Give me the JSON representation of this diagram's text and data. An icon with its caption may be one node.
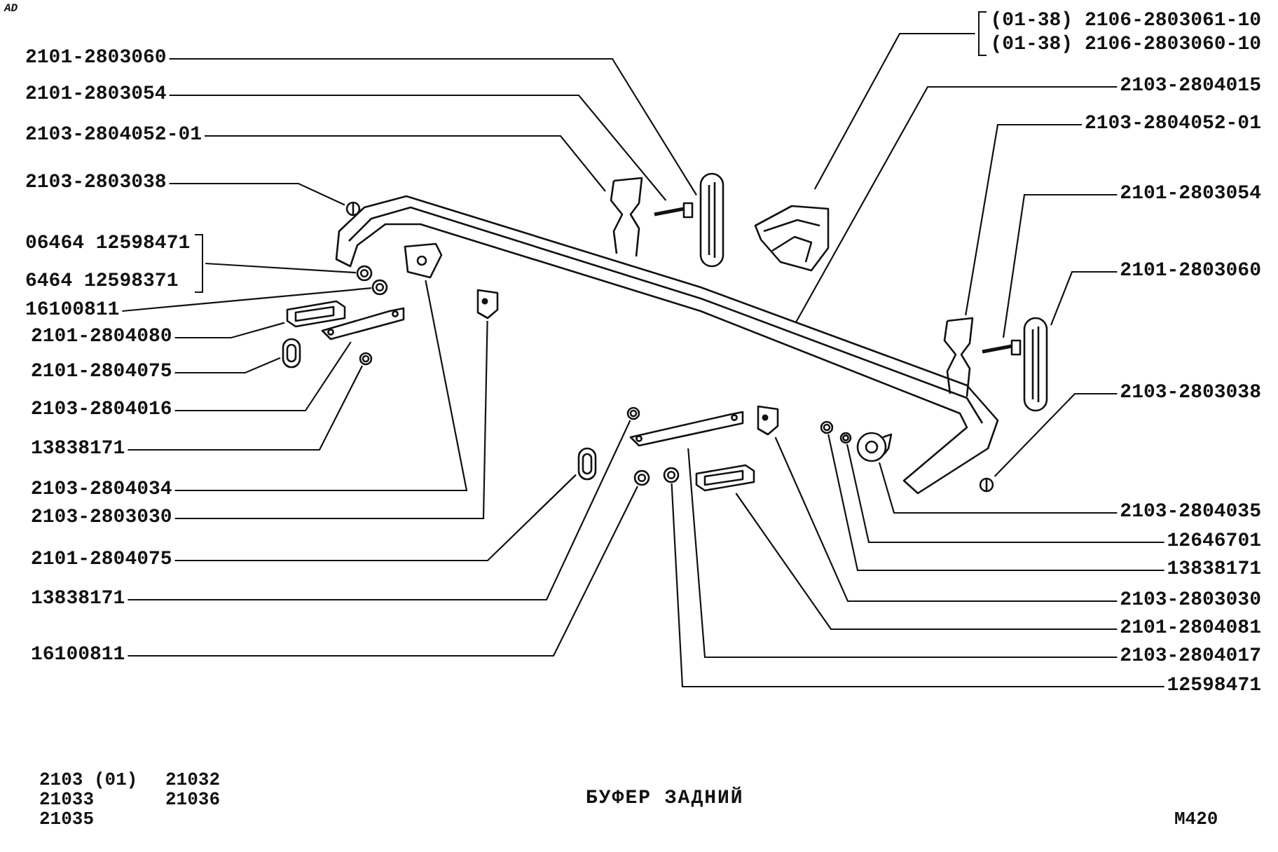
{
  "diagram": {
    "title": "БУФЕР ЗАДНИЙ",
    "nodes": [
      {
        "text": [
          "2101-2803060"
        ]
      },
      {
        "text": [
          "2101-2803054"
        ]
      },
      {
        "text": [
          "2103-2804052-01"
        ]
      },
      {
        "text": [
          "2103-2803038"
        ]
      },
      {
        "text": [
          "06464 12598471",
          "6464 12598371"
        ]
      },
      {
        "text": [
          "16100811"
        ]
      },
      {
        "text": [
          "2101-2804080"
        ]
      },
      {
        "text": [
          "2101-2804075"
        ]
      },
      {
        "text": [
          "2103-2804016"
        ]
      },
      {
        "text": [
          "13838171"
        ]
      },
      {
        "text": [
          "2103-2804034"
        ]
      },
      {
        "text": [
          "2103-2803030"
        ]
      },
      {
        "text": [
          "2101-2804075"
        ]
      },
      {
        "text": [
          "13838171"
        ]
      },
      {
        "text": [
          "16100811"
        ]
      },
      {
        "text": [
          "(01-38) 2106-2803061-10",
          "(01-38) 2106-2803060-10"
        ]
      },
      {
        "text": [
          "2103-2804015"
        ]
      },
      {
        "text": [
          "2103-2804052-01"
        ]
      },
      {
        "text": [
          "2101-2803054"
        ]
      },
      {
        "text": [
          "2101-2803060"
        ]
      },
      {
        "text": [
          "2103-2803038"
        ]
      },
      {
        "text": [
          "2103-2804035"
        ]
      },
      {
        "text": [
          "12646701"
        ]
      },
      {
        "text": [
          "13838171"
        ]
      },
      {
        "text": [
          "2103-2803030"
        ]
      },
      {
        "text": [
          "2101-2804081"
        ]
      },
      {
        "text": [
          "2103-2804017"
        ]
      },
      {
        "text": [
          "12598471"
        ]
      },
      {
        "text": [],
        "shape": "picture"
      },
      {
        "text": [],
        "shape": "picture"
      },
      {
        "text": [],
        "shape": "picture"
      },
      {
        "text": [],
        "shape": "picture"
      },
      {
        "text": [],
        "shape": "picture"
      },
      {
        "text": [],
        "shape": "picture"
      },
      {
        "text": [],
        "shape": "picture"
      },
      {
        "text": [],
        "shape": "picture"
      },
      {
        "text": [],
        "shape": "picture"
      },
      {
        "text": [],
        "shape": "picture"
      },
      {
        "text": [],
        "shape": "picture"
      },
      {
        "text": [],
        "shape": "picture"
      },
      {
        "text": [],
        "shape": "picture"
      },
      {
        "text": [],
        "shape": "picture"
      },
      {
        "text": [],
        "shape": "picture"
      },
      {
        "text": [],
        "shape": "picture"
      },
      {
        "text": [],
        "shape": "picture"
      },
      {
        "text": [],
        "shape": "picture"
      },
      {
        "text": [],
        "shape": "picture"
      },
      {
        "text": [],
        "shape": "picture"
      },
      {
        "text": [],
        "shape": "picture"
      },
      {
        "text": [],
        "shape": "picture"
      },
      {
        "text": [],
        "shape": "picture"
      },
      {
        "text": [],
        "shape": "picture"
      },
      {
        "text": [],
        "shape": "picture"
      },
      {
        "text": [],
        "shape": "picture"
      },
      {
        "text": [],
        "shape": "picture"
      },
      {
        "text": [],
        "shape": "picture"
      }
    ],
    "edges": [
      {
        "from": 0,
        "to": 28,
        "arrow": "none"
      },
      {
        "from": 1,
        "to": 29,
        "arrow": "none"
      },
      {
        "from": 2,
        "to": 30,
        "arrow": "none"
      },
      {
        "from": 3,
        "to": 31,
        "arrow": "none"
      },
      {
        "from": 4,
        "to": 32,
        "arrow": "none"
      },
      {
        "from": 5,
        "to": 33,
        "arrow": "none"
      },
      {
        "from": 6,
        "to": 34,
        "arrow": "none"
      },
      {
        "from": 7,
        "to": 35,
        "arrow": "none"
      },
      {
        "from": 8,
        "to": 36,
        "arrow": "none"
      },
      {
        "from": 9,
        "to": 37,
        "arrow": "none"
      },
      {
        "from": 10,
        "to": 38,
        "arrow": "none"
      },
      {
        "from": 11,
        "to": 39,
        "arrow": "none"
      },
      {
        "from": 12,
        "to": 40,
        "arrow": "none"
      },
      {
        "from": 13,
        "to": 41,
        "arrow": "none"
      },
      {
        "from": 14,
        "to": 42,
        "arrow": "none"
      },
      {
        "from": 15,
        "to": 43,
        "arrow": "none"
      },
      {
        "from": 16,
        "to": 44,
        "arrow": "none"
      },
      {
        "from": 17,
        "to": 45,
        "arrow": "none"
      },
      {
        "from": 18,
        "to": 46,
        "arrow": "none"
      },
      {
        "from": 19,
        "to": 47,
        "arrow": "none"
      },
      {
        "from": 20,
        "to": 48,
        "arrow": "none"
      },
      {
        "from": 21,
        "to": 49,
        "arrow": "none"
      },
      {
        "from": 22,
        "to": 50,
        "arrow": "none"
      },
      {
        "from": 23,
        "to": 51,
        "arrow": "none"
      },
      {
        "from": 24,
        "to": 52,
        "arrow": "none"
      },
      {
        "from": 25,
        "to": 53,
        "arrow": "none"
      },
      {
        "from": 26,
        "to": 54,
        "arrow": "none"
      },
      {
        "from": 27,
        "to": 55,
        "arrow": "none"
      }
    ],
    "labels": [
      "AD",
      "2103 (01)",
      "21032",
      "21033",
      "21036",
      "21035",
      "M420"
    ]
  }
}
